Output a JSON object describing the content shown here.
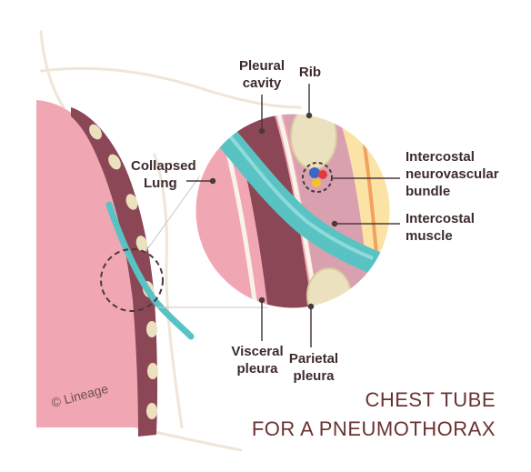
{
  "labels": {
    "pleural_cavity_1": "Pleural",
    "pleural_cavity_2": "cavity",
    "rib": "Rib",
    "collapsed_lung_1": "Collapsed",
    "collapsed_lung_2": "Lung",
    "intercostal_nv_1": "Intercostal",
    "intercostal_nv_2": "neurovascular",
    "intercostal_nv_3": "bundle",
    "intercostal_muscle_1": "Intercostal",
    "intercostal_muscle_2": "muscle",
    "visceral_1": "Visceral",
    "visceral_2": "pleura",
    "parietal_1": "Parietal",
    "parietal_2": "pleura"
  },
  "title": {
    "line1": "CHEST TUBE",
    "line2": "FOR A PNEUMOTHORAX"
  },
  "credit": "© Lineage",
  "colors": {
    "lung_pink": "#f1a6b4",
    "chest_wall": "#8c4756",
    "tube_teal": "#59c3c3",
    "rib_cream": "#ece1bf",
    "fat_yellow": "#fbe3a6",
    "muscle_mauve": "#d9a0b0",
    "title": "#6b3232"
  }
}
